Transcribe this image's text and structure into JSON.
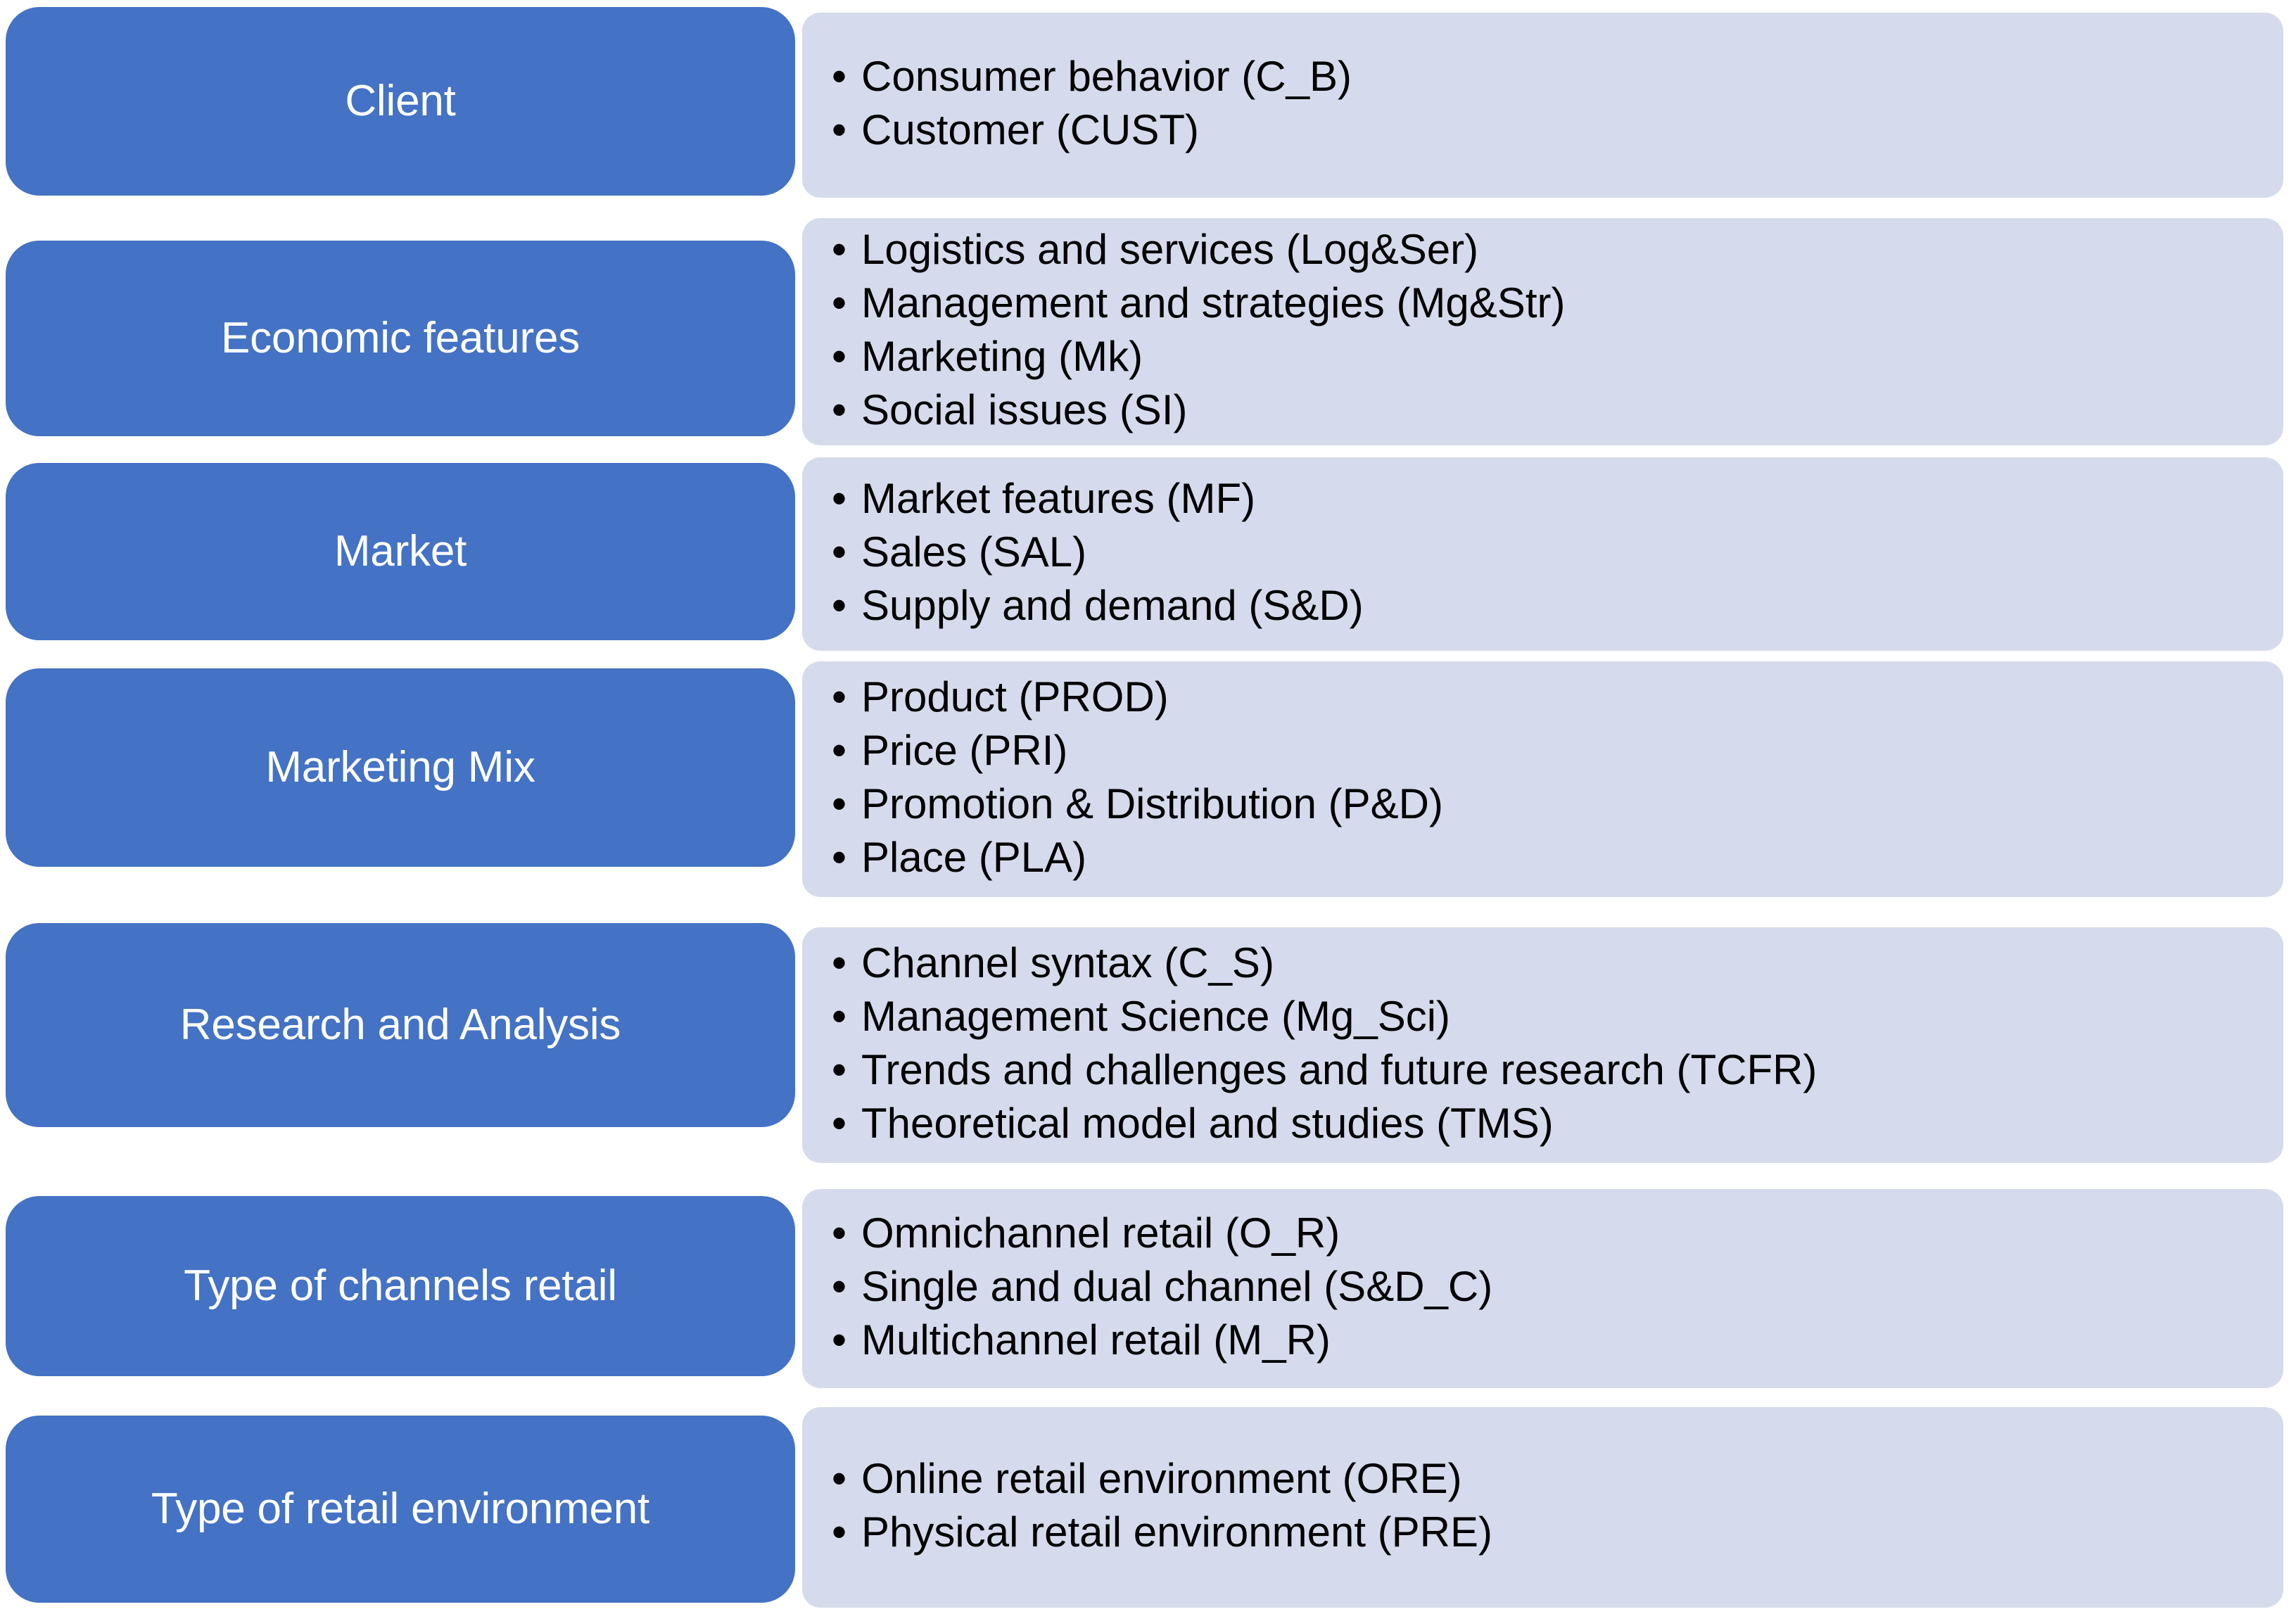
{
  "diagram": {
    "type": "two-column-category-list",
    "colors": {
      "label_box": "#4472C4",
      "label_text": "#FFFFFF",
      "content_box": "#D5DBEC",
      "content_text": "#000000",
      "background": "#FFFFFF"
    },
    "bullet_glyph": "•",
    "rows": [
      {
        "label": "Client",
        "items": [
          "Consumer behavior (C_B)",
          "Customer (CUST)"
        ]
      },
      {
        "label": "Economic features",
        "items": [
          "Logistics and services (Log&Ser)",
          "Management and strategies (Mg&Str)",
          "Marketing (Mk)",
          "Social issues (SI)"
        ]
      },
      {
        "label": "Market",
        "items": [
          "Market features (MF)",
          "Sales (SAL)",
          "Supply and demand (S&D)"
        ]
      },
      {
        "label": "Marketing Mix",
        "items": [
          "Product (PROD)",
          "Price (PRI)",
          "Promotion & Distribution (P&D)",
          "Place (PLA)"
        ]
      },
      {
        "label": "Research and Analysis",
        "items": [
          "Channel syntax (C_S)",
          "Management Science (Mg_Sci)",
          "Trends and challenges and future research (TCFR)",
          "Theoretical model and studies (TMS)"
        ]
      },
      {
        "label": "Type of channels retail",
        "items": [
          "Omnichannel retail (O_R)",
          "Single and dual channel (S&D_C)",
          "Multichannel retail (M_R)"
        ]
      },
      {
        "label": "Type of retail environment",
        "items": [
          "Online retail environment (ORE)",
          "Physical retail environment (PRE)"
        ]
      }
    ]
  }
}
